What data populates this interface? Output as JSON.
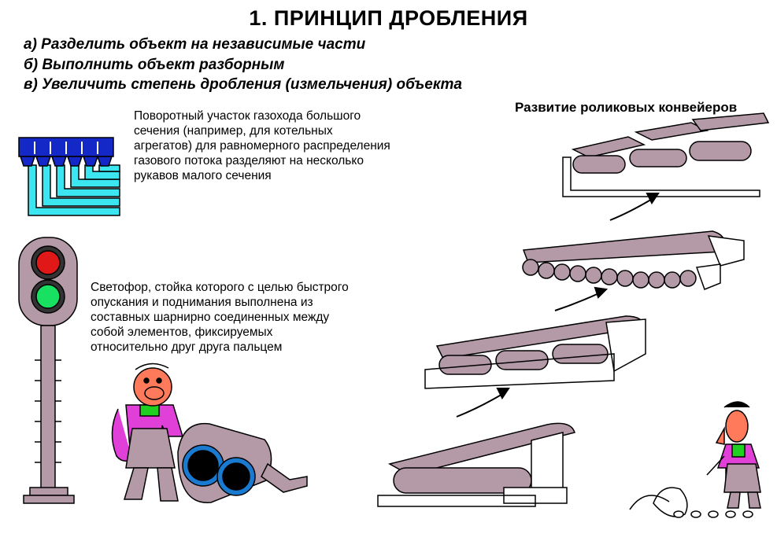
{
  "title": "1. ПРИНЦИП  ДРОБЛЕНИЯ",
  "points": [
    "а) Разделить объект на независимые части",
    "б) Выполнить объект разборным",
    "в) Увеличить степень дробления (измельчения) объекта"
  ],
  "gas_duct_note": [
    "Поворотный участок газохода большого",
    "сечения (например, для котельных",
    "агрегатов) для равномерного распределения",
    "газового потока разделяют на несколько",
    "рукавов малого сечения"
  ],
  "traffic_light_note": [
    "Светофор, стойка которого с целью быстрого",
    "опускания и поднимания выполнена из",
    "составных шарнирно соединенных между",
    "собой элементов, фиксируемых",
    "относительно друг друга пальцем"
  ],
  "conveyor_heading": "Развитие роликовых конвейеров",
  "colors": {
    "duct_blue": "#1428c8",
    "duct_cyan": "#3ce6f0",
    "mauve": "#b49aa6",
    "signal_red": "#e01818",
    "signal_green": "#18e060",
    "shirt_magenta": "#e040d8",
    "collar_green": "#20d020",
    "skin": "#ff7a5a"
  }
}
